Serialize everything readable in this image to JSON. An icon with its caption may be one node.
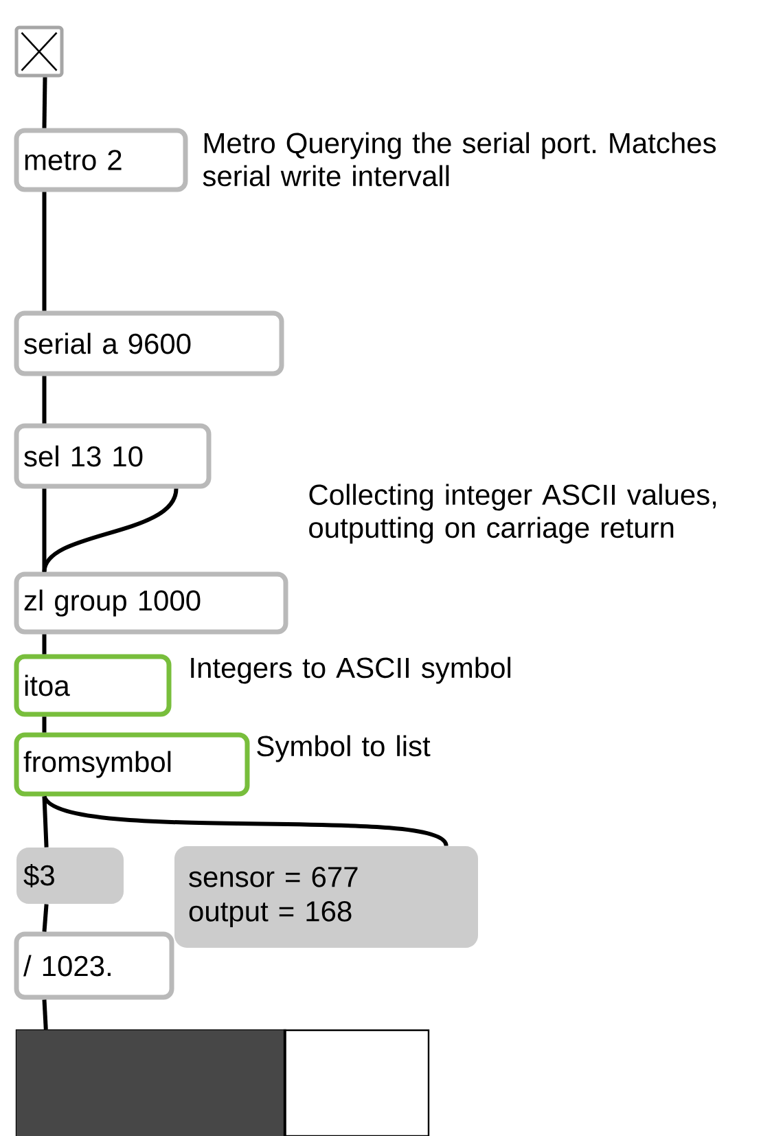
{
  "diagram": {
    "nodes": [
      {
        "text": [],
        "shape": "box"
      },
      {
        "text": [
          "metro 2"
        ],
        "beside": [
          "Metro Querying the serial port. Matches serial write intervall"
        ]
      },
      {
        "text": [
          "serial a 9600"
        ]
      },
      {
        "text": [
          "sel 13 10"
        ]
      },
      {
        "text": [
          "zl group 1000"
        ],
        "beside": [
          "Collecting integer ASCII values, outputting on carriage return"
        ]
      },
      {
        "text": [
          "itoa"
        ],
        "beside": [
          "Integers to ASCII symbol"
        ]
      },
      {
        "text": [
          "fromsymbol"
        ],
        "beside": [
          "Symbol to list"
        ]
      },
      {
        "text": [
          "$3"
        ]
      },
      {
        "text": [
          "sensor = 677 output = 168"
        ]
      },
      {
        "text": [
          "/ 1023."
        ]
      },
      {
        "text": [],
        "shape": "bar"
      }
    ],
    "edges": [
      {
        "from": 0,
        "to": 1,
        "arrow": "none"
      },
      {
        "from": 1,
        "to": 2,
        "arrow": "none"
      },
      {
        "from": 2,
        "to": 3,
        "arrow": "none"
      },
      {
        "from": 3,
        "to": 4,
        "arrow": "none"
      },
      {
        "from": 3,
        "to": 4,
        "arrow": "none"
      },
      {
        "from": 4,
        "to": 5,
        "arrow": "none"
      },
      {
        "from": 5,
        "to": 6,
        "arrow": "none"
      },
      {
        "from": 6,
        "to": 7,
        "arrow": "none"
      },
      {
        "from": 6,
        "to": 8,
        "arrow": "none"
      },
      {
        "from": 7,
        "to": 9,
        "arrow": "none"
      },
      {
        "from": 9,
        "to": 10,
        "arrow": "none"
      }
    ]
  }
}
